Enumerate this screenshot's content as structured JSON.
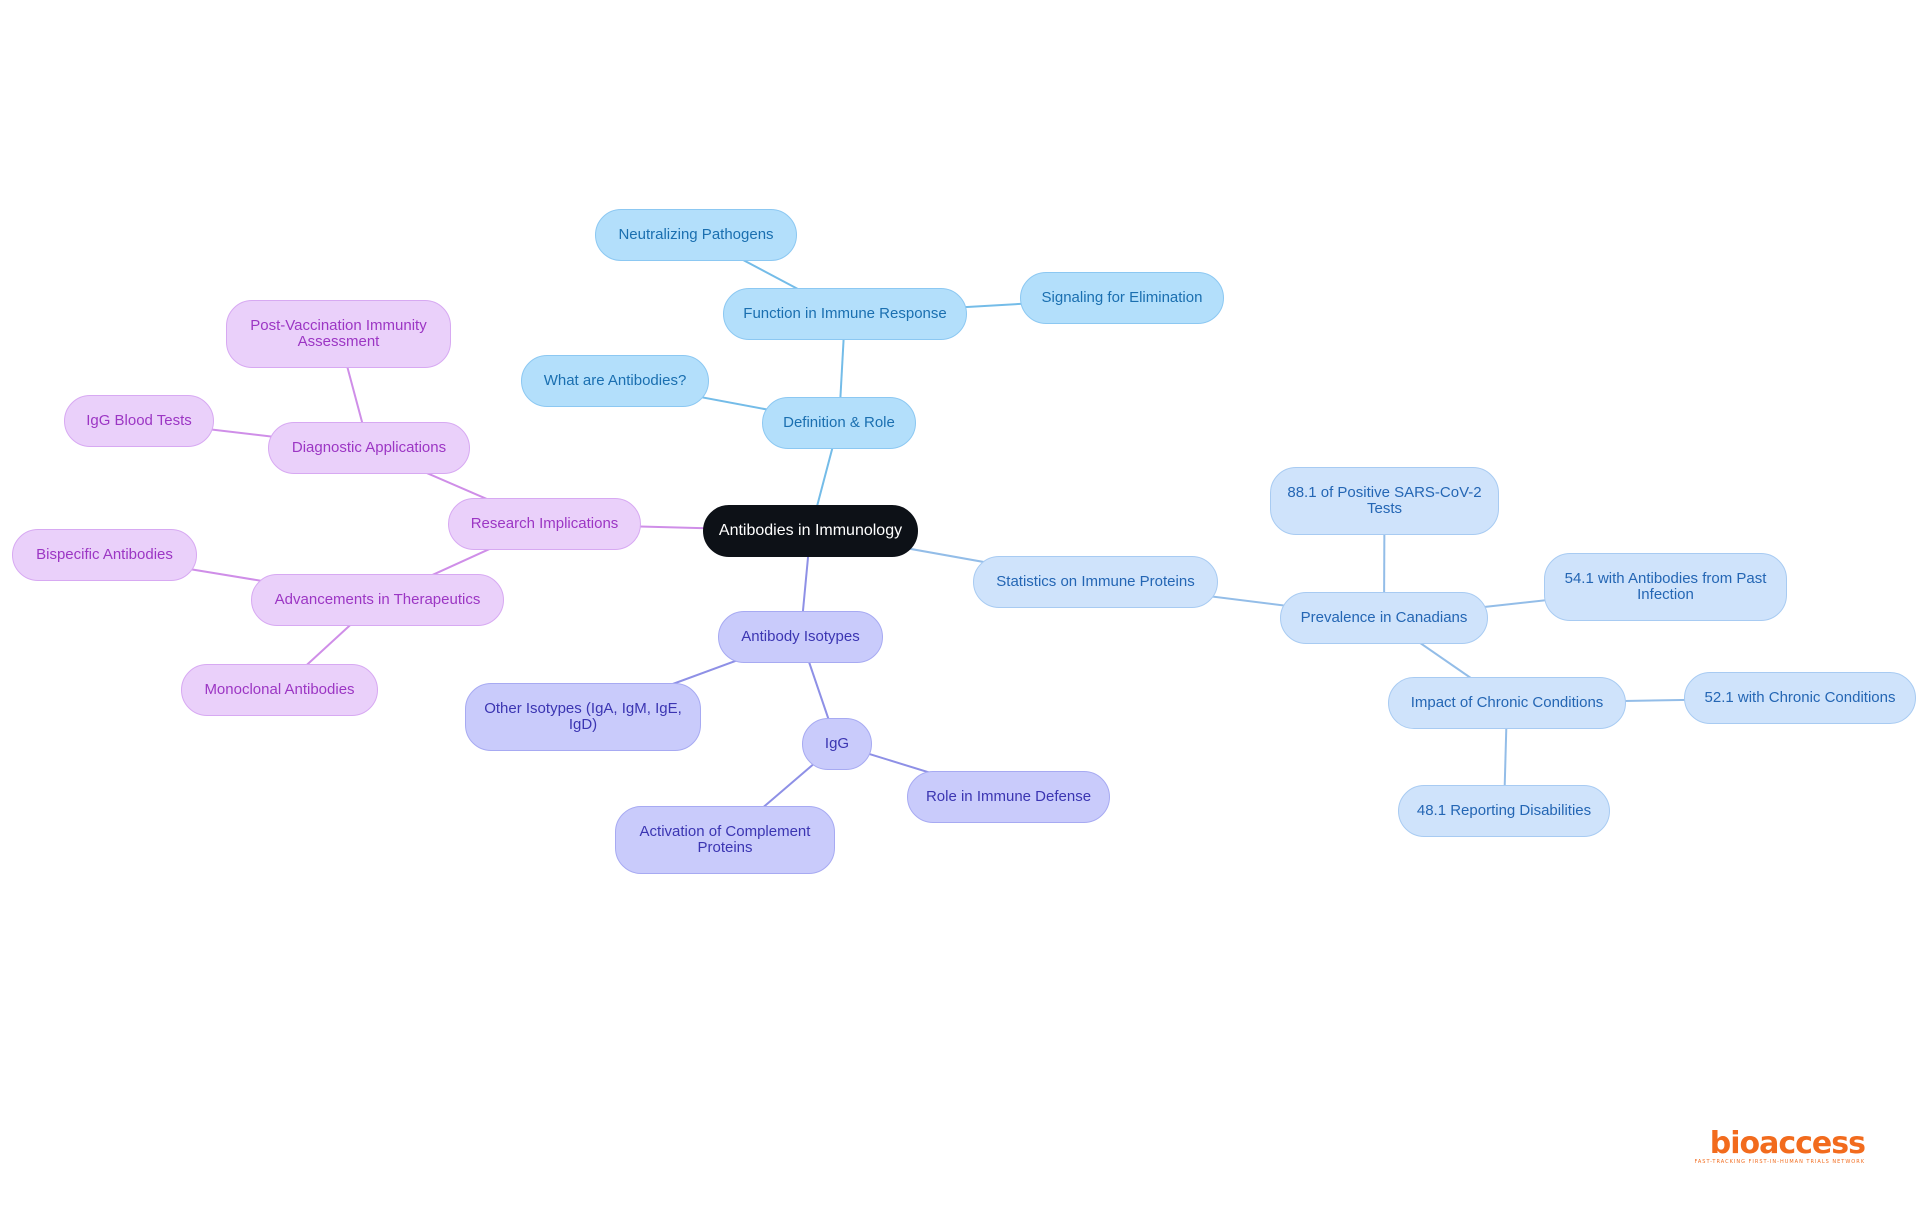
{
  "diagram": {
    "root": "Antibodies in Immunology",
    "nodes": {
      "root": "Antibodies in Immunology",
      "definition": "Definition & Role",
      "what_are": "What are Antibodies?",
      "function": "Function in Immune Response",
      "neutralizing": "Neutralizing Pathogens",
      "signaling": "Signaling for Elimination",
      "statistics": "Statistics on Immune Proteins",
      "prevalence": "Prevalence in Canadians",
      "positive_tests": "88.1 of Positive SARS-CoV-2 Tests",
      "past_infection": "54.1 with Antibodies from Past Infection",
      "chronic_impact": "Impact of Chronic Conditions",
      "chronic_conditions": "52.1 with Chronic Conditions",
      "disabilities": "48.1 Reporting Disabilities",
      "isotypes": "Antibody Isotypes",
      "other_isotypes": "Other Isotypes (IgA, IgM, IgE, IgD)",
      "igg": "IgG",
      "immune_defense": "Role in Immune Defense",
      "complement": "Activation of Complement Proteins",
      "research": "Research Implications",
      "diagnostic": "Diagnostic Applications",
      "post_vaccination": "Post-Vaccination Immunity Assessment",
      "igg_blood": "IgG Blood Tests",
      "therapeutics": "Advancements in Therapeutics",
      "bispecific": "Bispecific Antibodies",
      "monoclonal": "Monoclonal Antibodies"
    },
    "edges": [
      [
        "root",
        "definition"
      ],
      [
        "definition",
        "what_are"
      ],
      [
        "definition",
        "function"
      ],
      [
        "function",
        "neutralizing"
      ],
      [
        "function",
        "signaling"
      ],
      [
        "root",
        "statistics"
      ],
      [
        "statistics",
        "prevalence"
      ],
      [
        "prevalence",
        "positive_tests"
      ],
      [
        "prevalence",
        "past_infection"
      ],
      [
        "prevalence",
        "chronic_impact"
      ],
      [
        "chronic_impact",
        "chronic_conditions"
      ],
      [
        "chronic_impact",
        "disabilities"
      ],
      [
        "root",
        "isotypes"
      ],
      [
        "isotypes",
        "other_isotypes"
      ],
      [
        "isotypes",
        "igg"
      ],
      [
        "igg",
        "immune_defense"
      ],
      [
        "igg",
        "complement"
      ],
      [
        "root",
        "research"
      ],
      [
        "research",
        "diagnostic"
      ],
      [
        "diagnostic",
        "post_vaccination"
      ],
      [
        "diagnostic",
        "igg_blood"
      ],
      [
        "research",
        "therapeutics"
      ],
      [
        "therapeutics",
        "bispecific"
      ],
      [
        "therapeutics",
        "monoclonal"
      ]
    ]
  },
  "colors": {
    "root_bg": "#0d1117",
    "blue_branch": "#b3dffb",
    "light_blue_branch": "#cfe3fb",
    "purple_branch": "#c9cbfb",
    "pink_branch": "#ead0fa",
    "blue_edge": "#74bce8",
    "light_blue_edge": "#93bde8",
    "purple_edge": "#8e90e6",
    "pink_edge": "#cf8ee8",
    "logo": "#f26b1d"
  },
  "logo": {
    "name": "bioaccess",
    "tagline": "FAST-TRACKING FIRST-IN-HUMAN TRIALS NETWORK"
  }
}
